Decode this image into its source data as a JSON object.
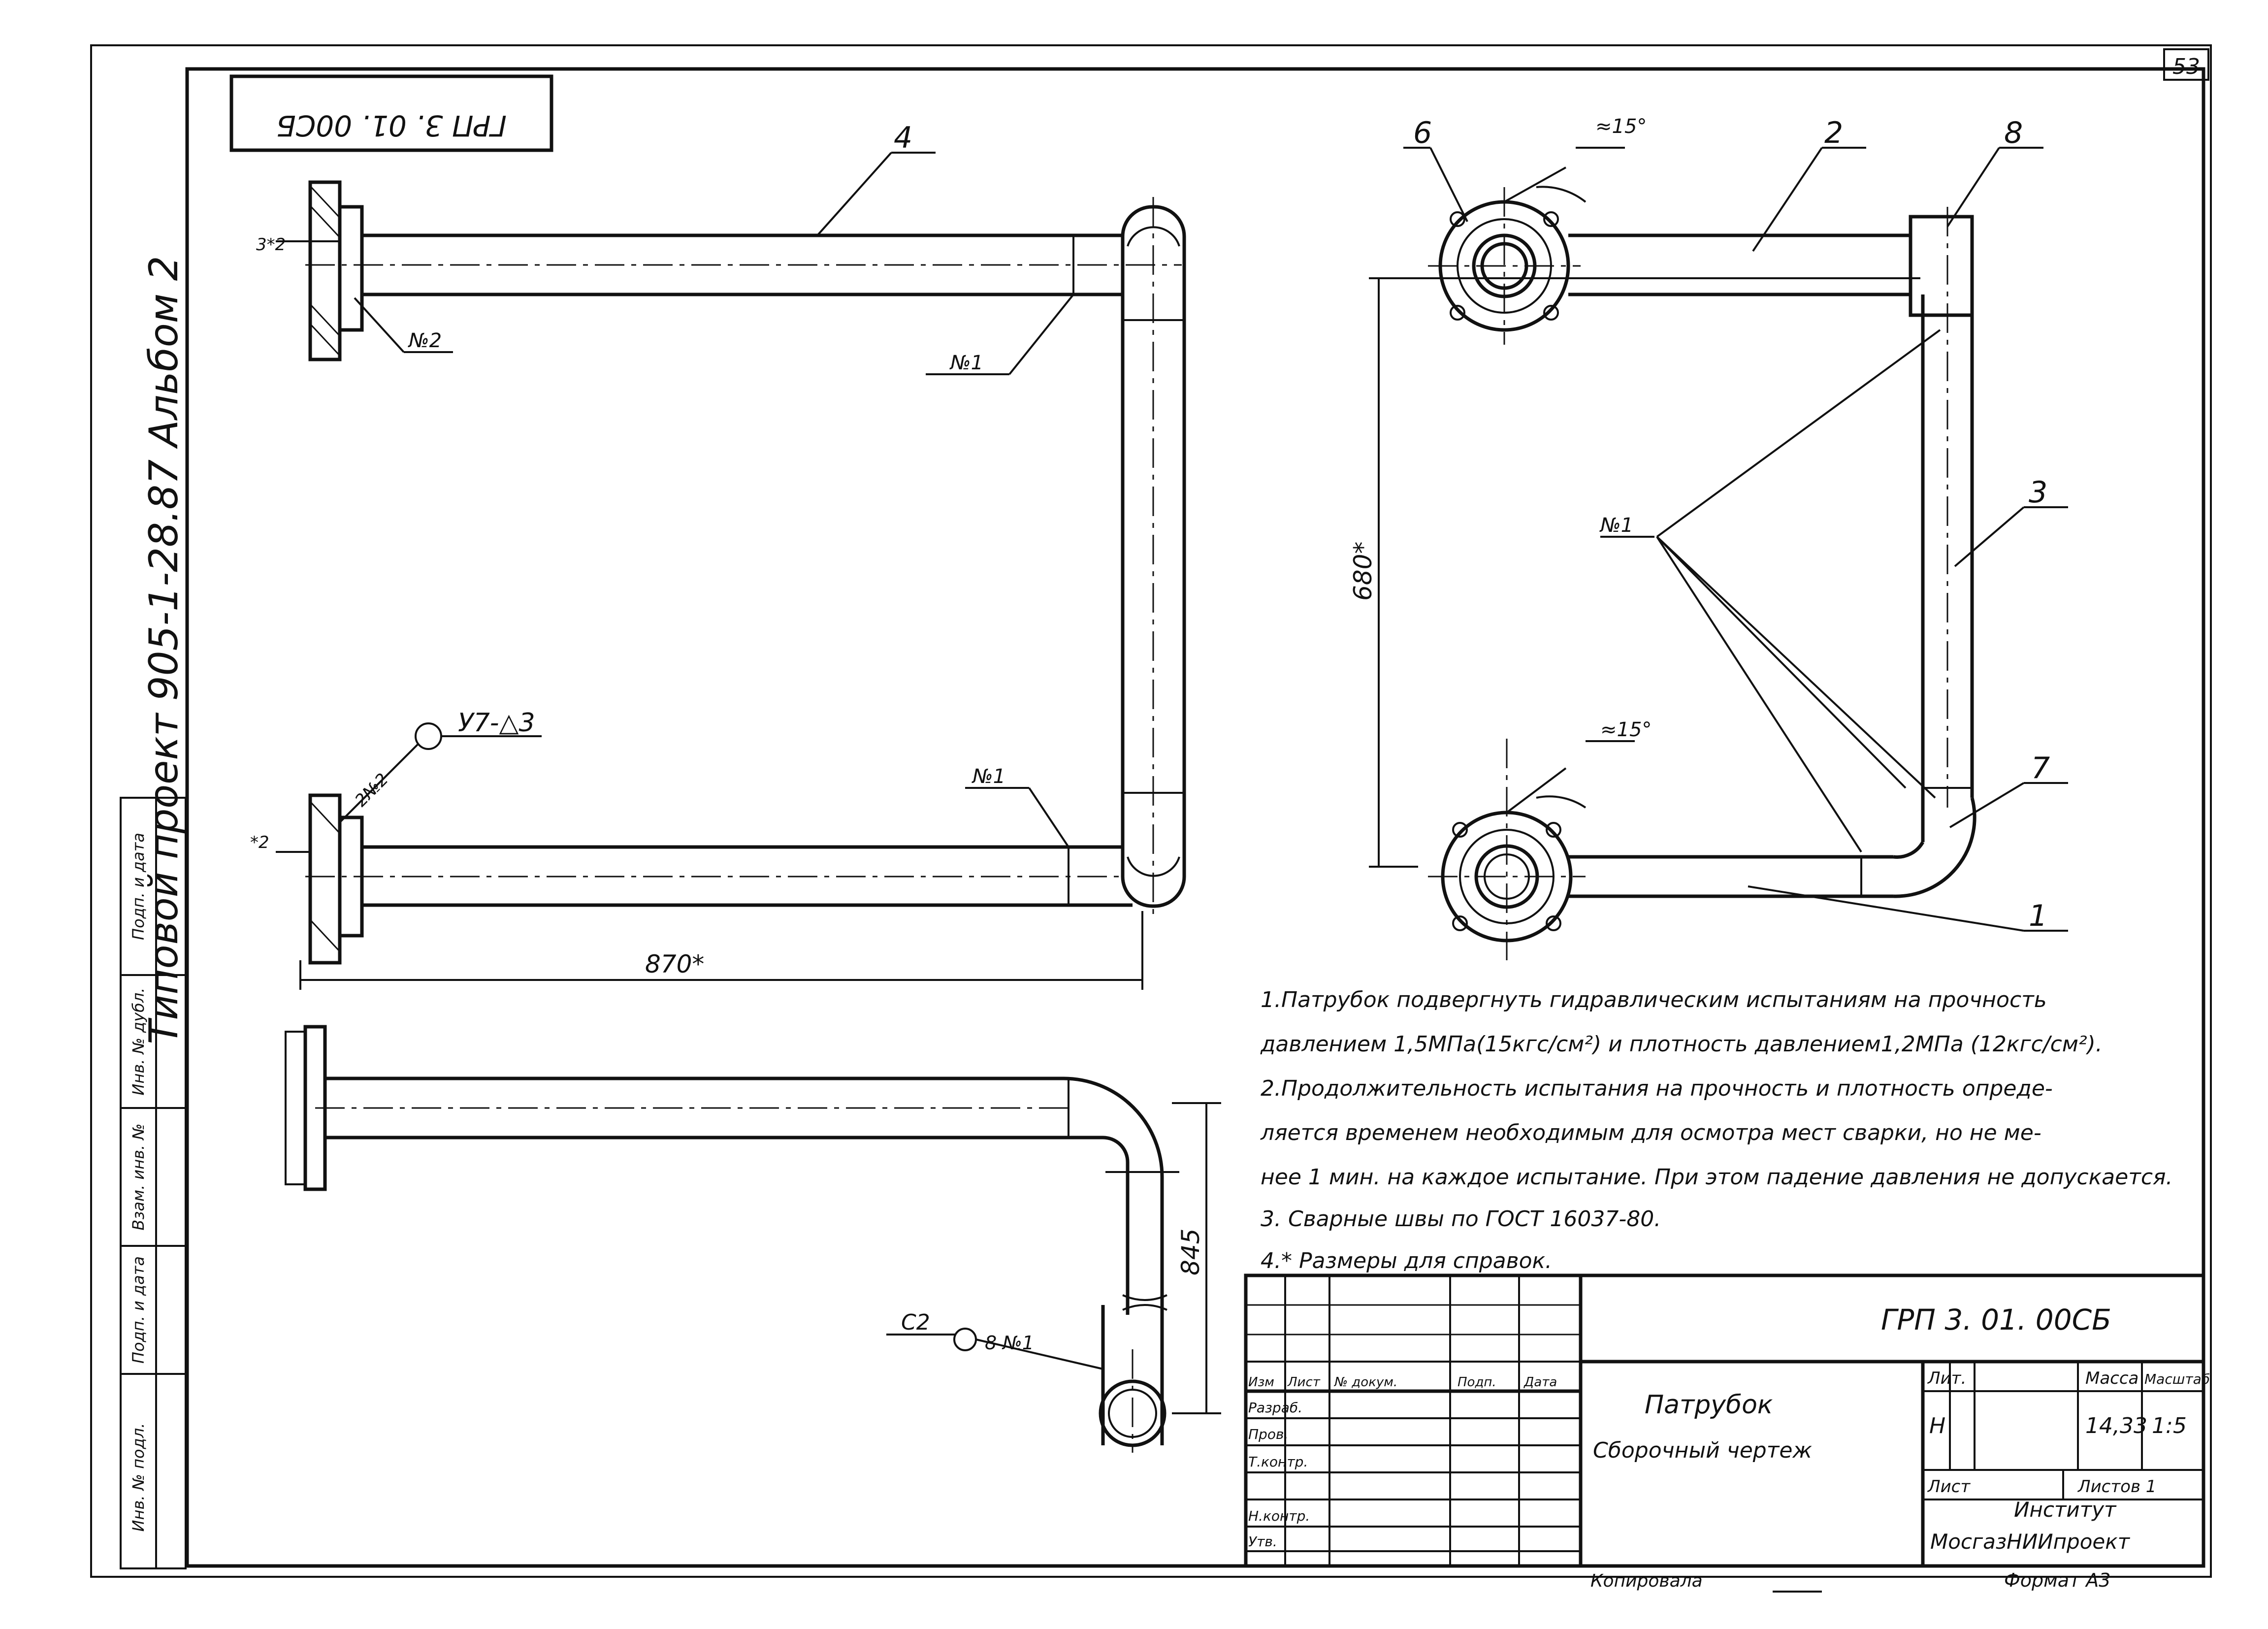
{
  "sheet_number": "53",
  "side_title": "Типовой проект 905-1-28.87 Альбом 2",
  "mirrored_code": "ГРП 3. 01. 00СБ",
  "callouts": {
    "pos1": "1",
    "pos2": "2",
    "pos3": "3",
    "pos4": "4",
    "pos6": "6",
    "pos7": "7",
    "pos8": "8"
  },
  "weld_marks": {
    "n1": "№1",
    "n2": "№2",
    "n1_b": "№1",
    "n1_c": "№1",
    "weld_symbol": "У7-△3",
    "weld_side": "2№2",
    "c2_weld": "С2",
    "c2_tail": "8 №1"
  },
  "dimensions": {
    "gap_top": "3*2",
    "gap_bottom": "*2",
    "length": "870*",
    "height": "680*",
    "depth": "845",
    "angle_top": "≈15°",
    "angle_bottom": "≈15°"
  },
  "notes": [
    "1.Патрубок подвергнуть гидравлическим испытаниям на прочность",
    "давлением 1,5МПа(15кгс/см²) и плотность давлением1,2МПа (12кгс/см²).",
    "2.Продолжительность испытания на прочность и плотность опреде-",
    "ляется временем необходимым для осмотра мест сварки, но не ме-",
    "нее 1 мин. на каждое испытание. При этом падение давления не допускается.",
    "3. Сварные швы по ГОСТ 16037-80.",
    "4.* Размеры для справок."
  ],
  "title_block": {
    "code": "ГРП 3. 01. 00СБ",
    "name": "Патрубок",
    "doc_type": "Сборочный чертеж",
    "lit_header": "Лит.",
    "mass_header": "Масса",
    "scale_header": "Масштаб",
    "lit_value": "Н",
    "mass_value": "14,33",
    "scale_value": "1:5",
    "sheet_label": "Лист",
    "sheets_label": "Листов 1",
    "org_line1": "Институт",
    "org_line2": "МосгазНИИпроект",
    "rows": [
      [
        "Изм",
        "Лист",
        "№ докум.",
        "Подп.",
        "Дата"
      ],
      [
        "Разраб.",
        "",
        "",
        "",
        ""
      ],
      [
        "Пров.",
        "",
        "",
        "",
        ""
      ],
      [
        "Т.контр.",
        "",
        "",
        "",
        ""
      ],
      [
        "",
        "",
        "",
        "",
        ""
      ],
      [
        "Н.контр.",
        "",
        "",
        "",
        ""
      ],
      [
        "Утв.",
        "",
        "",
        "",
        ""
      ]
    ],
    "footer_left": "Копировала",
    "format": "Формат А3"
  },
  "side_stamp": [
    "Инв. № подл.",
    "Подп. и дата",
    "Взам. инв. №",
    "Инв. № дубл.",
    "Подп. и дата"
  ]
}
